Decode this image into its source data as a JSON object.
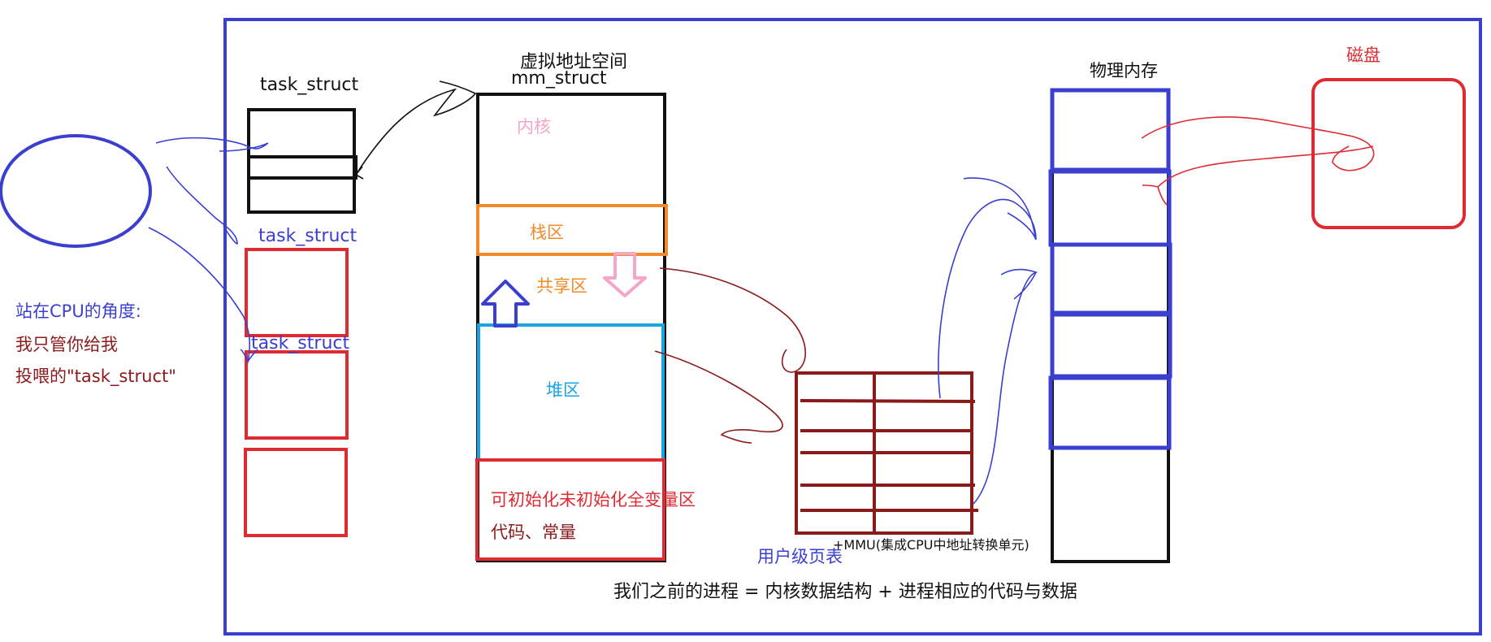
{
  "labels": {
    "task_struct_top": "task_struct",
    "task_struct_2": "task_struct",
    "task_struct_3": "task_struct",
    "virtual_address_space": "虚拟地址空间",
    "mm_struct": "mm_struct",
    "kernel": "内核",
    "stack": "栈区",
    "shared": "共享区",
    "heap": "堆区",
    "data_segment": "可初始化未初始化全变量区",
    "code_segment": "代码、常量",
    "physical_memory": "物理内存",
    "disk": "磁盘",
    "mmu_note": "+MMU(集成CPU中地址转换单元)",
    "user_page_table": "用户级页表",
    "process_formula": "我们之前的进程 = 内核数据结构 + 进程相应的代码与数据",
    "cpu_view_line1": "站在CPU的角度:",
    "cpu_view_line2": "我只管你给我",
    "cpu_view_line3": "投喂的\"task_struct\""
  },
  "colors": {
    "frame": "#3a3fcf",
    "black": "#111111",
    "red": "#e02a32",
    "dark_red": "#8b1a1a",
    "orange": "#f08a2a",
    "cyan": "#1aa3e0",
    "pink": "#f4a6c8",
    "blue": "#3a3fcf"
  }
}
